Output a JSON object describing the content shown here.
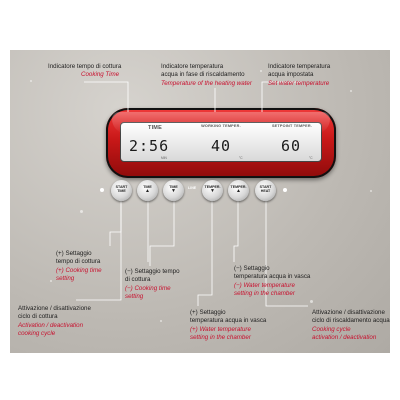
{
  "display": {
    "time_header": "TIME",
    "working_temp_header": "WORKING TEMPER.",
    "setpoint_temp_header": "SETPOINT TEMPER.",
    "time_value": "2:56",
    "working_temp_value": "40",
    "setpoint_temp_value": "60",
    "time_sub": "MIN",
    "working_sub": "°C",
    "setpoint_sub": "°C"
  },
  "buttons": {
    "start_time": "START TIME",
    "time_up": "TIME",
    "time_down": "TIME",
    "temp_down": "TEMPER.",
    "temp_up": "TEMPER.",
    "start_heat": "START HEAT",
    "line_label": "LINE",
    "arrow_up": "▲",
    "arrow_down": "▼"
  },
  "labels": {
    "cooking_time_indicator": {
      "it": "Indicatore tempo di cottura",
      "en": "Cooking Time"
    },
    "heating_water_indicator": {
      "it1": "Indicatore temperatura",
      "it2": "acqua in fase di riscaldamento",
      "en": "Temperature of the heating water"
    },
    "set_water_indicator": {
      "it1": "Indicatore temperatura",
      "it2": "acqua impostata",
      "en": "Set water temperature"
    },
    "cooking_time_plus": {
      "it1": "(+) Settaggio",
      "it2": "tempo di cottura",
      "en1": "(+) Cooking time",
      "en2": "setting"
    },
    "cooking_time_minus": {
      "it1": "(−) Settaggio tempo",
      "it2": "di cottura",
      "en1": "(−) Cooking time",
      "en2": "setting"
    },
    "water_temp_minus": {
      "it1": "(−) Settaggio",
      "it2": "temperatura acqua in vasca",
      "en1": "(−) Water temperature",
      "en2": "setting in the chamber"
    },
    "water_temp_plus": {
      "it1": "(+) Settaggio",
      "it2": "temperatura acqua in vasca",
      "en1": "(+) Water temperature",
      "en2": "setting in the chamber"
    },
    "cycle_activation": {
      "it1": "Attivazione / disattivazione",
      "it2": "ciclo di cottura",
      "en1": "Activation / deactivation",
      "en2": "cooking cycle"
    },
    "heating_cycle_activation": {
      "it1": "Attivazione / disattivazione",
      "it2": "ciclo di riscaldamento acqua",
      "en1": "Cooking cycle",
      "en2": "activation / deactivation"
    }
  },
  "colors": {
    "accent_red": "#c8102e",
    "device_red": "#d32020",
    "panel_gray": "#c4c1bb"
  }
}
